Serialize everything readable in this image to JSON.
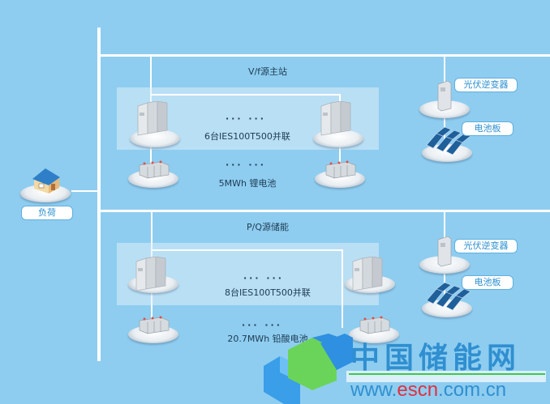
{
  "diagram": {
    "title": "Microgrid energy storage system topology",
    "load": {
      "label": "负荷",
      "icon": "house-icon"
    },
    "section_vf": {
      "title": "V/f源主站",
      "pcs_dots": "··· ···",
      "pcs_label": "6台IES100T500并联",
      "battery_dots": "··· ···",
      "battery_label": "5MWh 锂电池"
    },
    "section_pq": {
      "title": "P/Q源储能",
      "pcs_dots": "··· ···",
      "pcs_label": "8台IES100T500并联",
      "battery_dots": "··· ···",
      "battery_label": "20.7MWh 铅酸电池"
    },
    "pv_top": {
      "inverter_label": "光伏逆变器",
      "panel_label": "电池板"
    },
    "pv_bottom": {
      "inverter_label": "光伏逆变器",
      "panel_label": "电池板"
    }
  },
  "watermark": {
    "name": "中国储能网",
    "url_prefix": "www.",
    "url_brand": "escn",
    "url_suffix": ".com.cn",
    "colors": {
      "brand_blue": "#2f8fd0",
      "brand_red": "#e03040",
      "brand_green": "#3cc84a"
    }
  }
}
